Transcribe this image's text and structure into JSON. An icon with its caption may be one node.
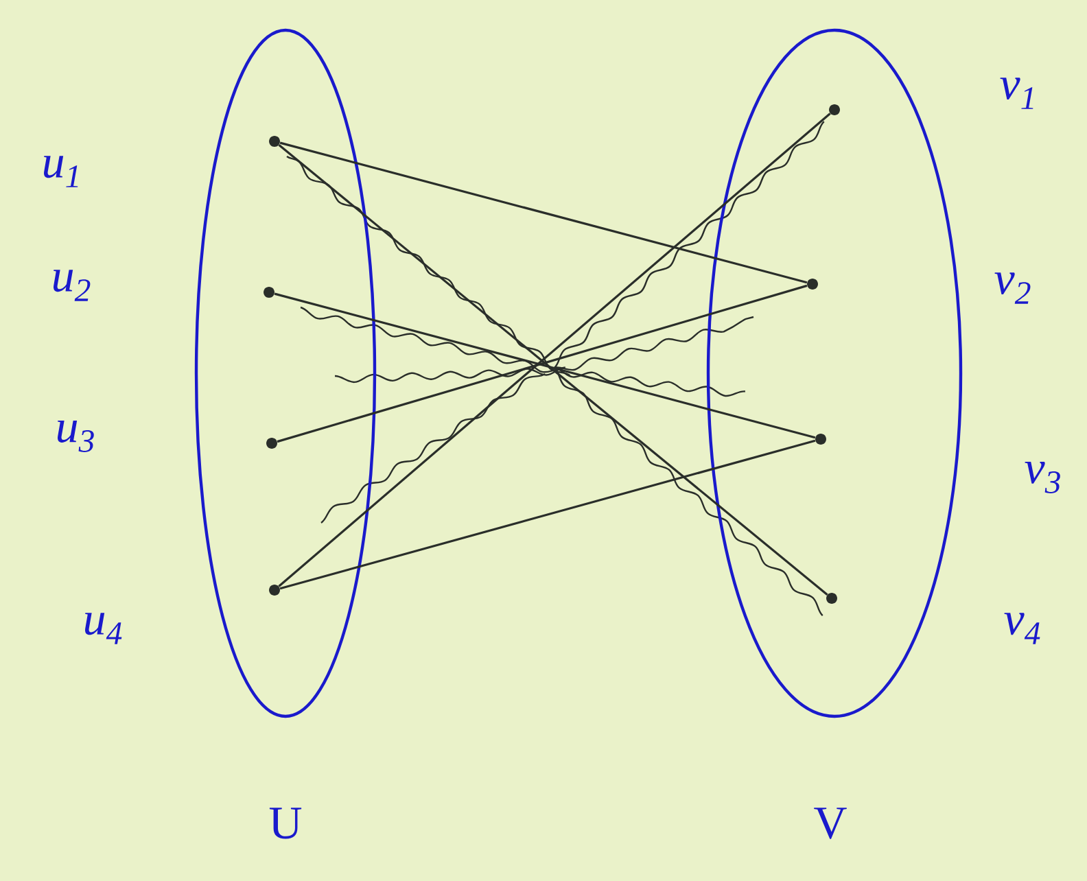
{
  "diagram": {
    "nodes": [
      {
        "text": [
          "U"
        ]
      },
      {
        "text": [
          "u$_{1}$"
        ],
        "in": 0
      },
      {
        "text": [
          "u$_{2}$"
        ],
        "in": 0
      },
      {
        "text": [
          "u$_{3}$"
        ],
        "in": 0
      },
      {
        "text": [
          "u$_{4}$"
        ],
        "in": 0
      },
      {
        "text": [
          "V"
        ]
      },
      {
        "text": [
          "v$_{1}$"
        ],
        "in": 5
      },
      {
        "text": [
          "v$_{2}$"
        ],
        "in": 5
      },
      {
        "text": [
          "v$_{3}$"
        ],
        "in": 5
      },
      {
        "text": [
          "v$_{4}$"
        ],
        "in": 5
      }
    ],
    "edges": [
      {
        "from": 1,
        "to": 7,
        "arrow": "none"
      },
      {
        "from": 1,
        "to": 9,
        "arrow": "none"
      },
      {
        "from": 2,
        "to": 8,
        "arrow": "none"
      },
      {
        "from": 3,
        "to": 7,
        "arrow": "none"
      },
      {
        "from": 4,
        "to": 6,
        "arrow": "none"
      },
      {
        "from": 4,
        "to": 8,
        "arrow": "none"
      }
    ]
  }
}
